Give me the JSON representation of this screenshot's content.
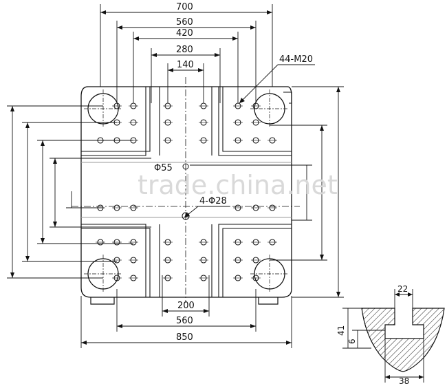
{
  "dimensions": {
    "top": [
      "700",
      "560",
      "420",
      "280",
      "140"
    ],
    "bottom": [
      "200",
      "560",
      "850"
    ],
    "detail": [
      "22",
      "41",
      "6",
      "38"
    ]
  },
  "labels": {
    "thread_holes": "44-M20",
    "center_hole": "Φ55",
    "location_holes": "4-Φ28"
  },
  "watermark": "trade.china.net",
  "colors": {
    "line": "#111111",
    "watermark": "#d9d9d9"
  }
}
